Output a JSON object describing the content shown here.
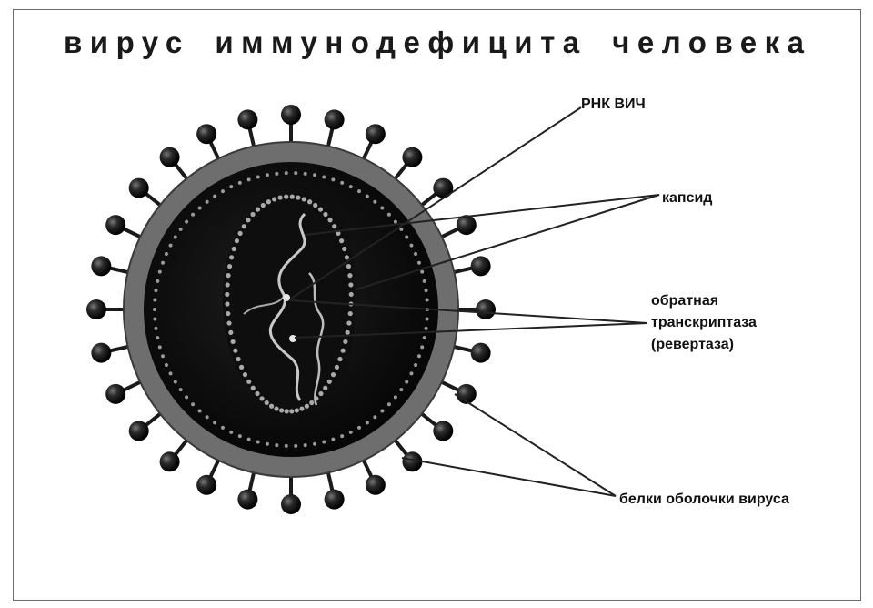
{
  "title": "вирус иммунодефицита человека",
  "labels": {
    "rna": "РНК ВИЧ",
    "capsid": "капсид",
    "rt_line1": "обратная",
    "rt_line2": "транскриптаза",
    "rt_line3": "(ревертаза)",
    "envelope": "белки оболочки вируса"
  },
  "colors": {
    "envelope": "#6e6e6e",
    "core": "#141414",
    "dots": "#9a9a9a",
    "rna": "#c8c8c8",
    "knob": "#1e1e1e",
    "line": "#222222"
  }
}
